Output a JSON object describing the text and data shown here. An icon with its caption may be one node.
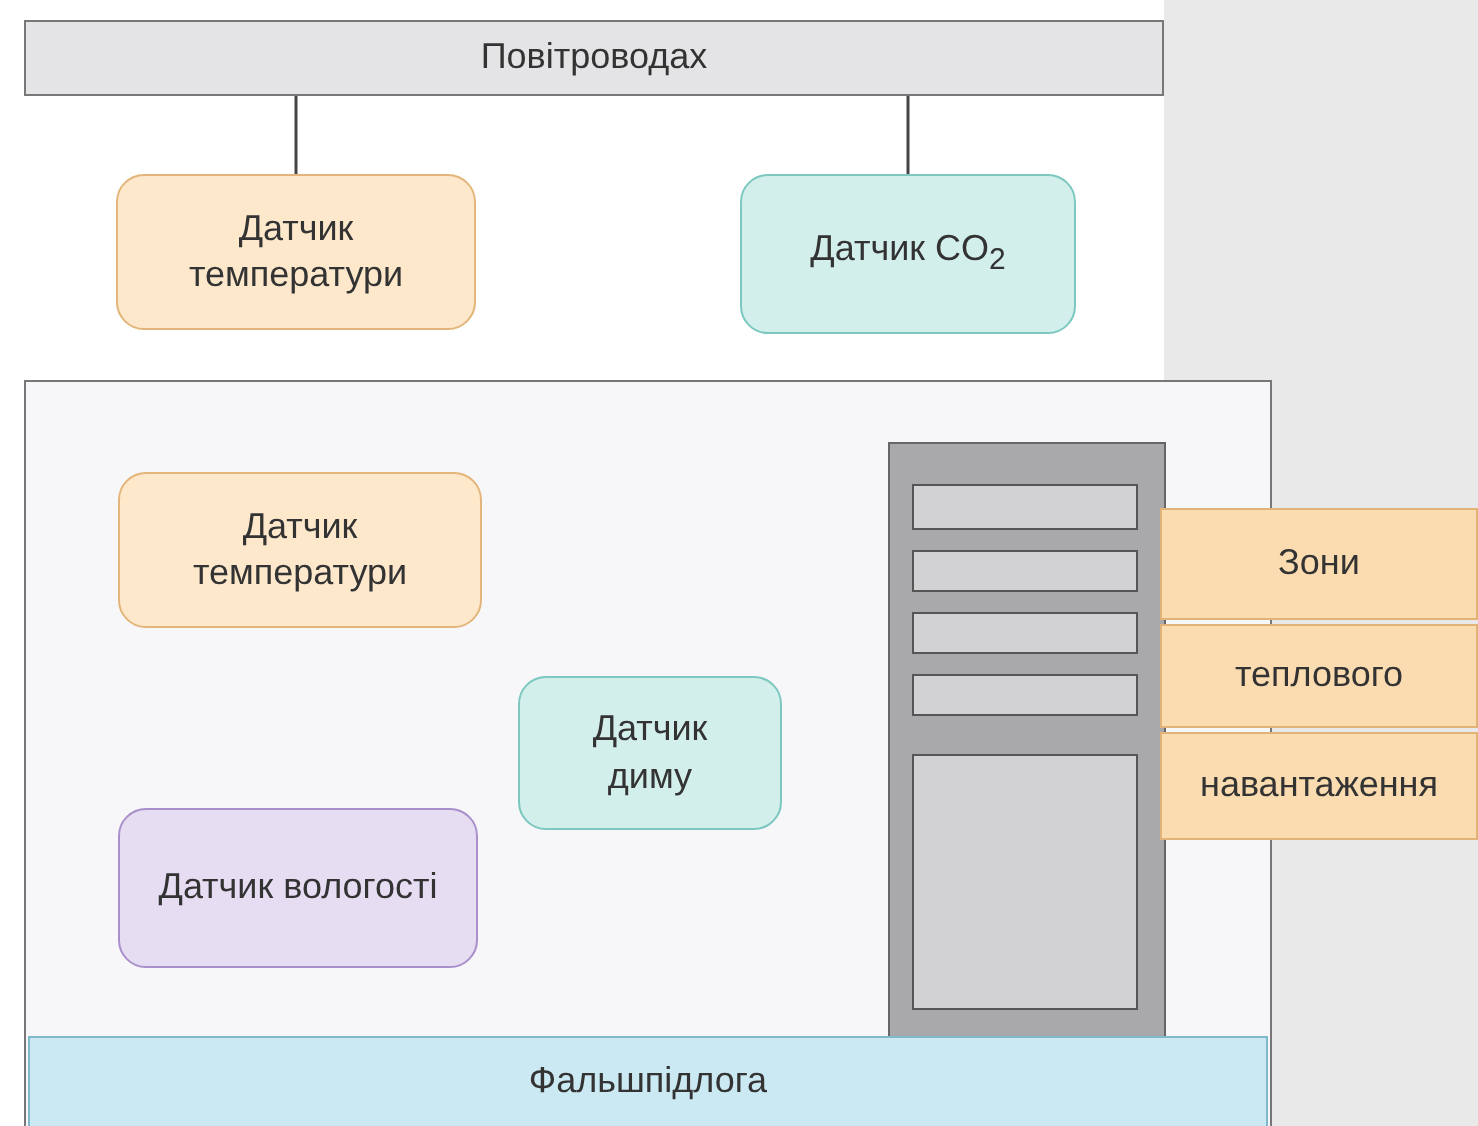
{
  "diagram": {
    "nodes": [
      {
        "text": [
          "Повітроводах"
        ]
      },
      {
        "text": [
          "Датчик температури"
        ]
      },
      {
        "text": [
          "Датчик CO$_{2}$"
        ]
      },
      {
        "text": [],
        "shape": "box"
      },
      {
        "text": [
          "Датчик температури"
        ],
        "in": 3
      },
      {
        "text": [
          "Датчик диму"
        ],
        "in": 3
      },
      {
        "text": [
          "Датчик вологості"
        ],
        "in": 3
      },
      {
        "text": [],
        "shape": "box",
        "in": 3
      },
      {
        "text": [
          "Зони"
        ]
      },
      {
        "text": [
          "теплового"
        ]
      },
      {
        "text": [
          "навантаження"
        ]
      },
      {
        "text": [
          "Фальшпідлога"
        ],
        "in": 3
      }
    ],
    "edges": [
      {
        "from": 0,
        "to": 1,
        "arrow": "none"
      },
      {
        "from": 0,
        "to": 2,
        "arrow": "none"
      }
    ]
  }
}
